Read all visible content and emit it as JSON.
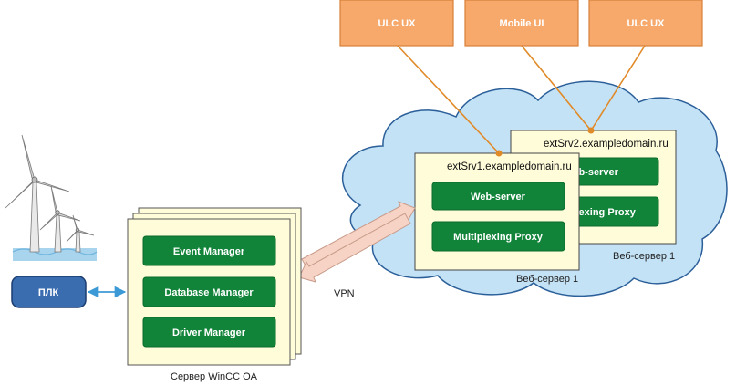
{
  "colors": {
    "orange_fill": "#f6a96b",
    "orange_stroke": "#d8803a",
    "orange_line": "#e08a28",
    "cloud_fill": "#c4e2f6",
    "cloud_stroke": "#2b5f99",
    "server_fill": "#fffcd9",
    "green_fill": "#11843a",
    "green_stroke": "#0b6a2c",
    "plc_fill": "#3a6cb0",
    "plc_stroke": "#1b3d70",
    "arrow_blue": "#3b9ad6",
    "vpn_fill": "#f7d3c5",
    "vpn_stroke": "#c89b8a"
  },
  "clients": [
    {
      "label": "ULC UX"
    },
    {
      "label": "Mobile UI"
    },
    {
      "label": "ULC UX"
    }
  ],
  "wincc_server": {
    "caption": "Сервер WinCC OA",
    "managers": [
      "Event Manager",
      "Database Manager",
      "Driver Manager"
    ]
  },
  "plc": {
    "label": "ПЛК"
  },
  "vpn": {
    "label": "VPN"
  },
  "web_server_1": {
    "hostname": "extSrv1.exampledomain.ru",
    "caption": "Веб-сервер 1",
    "components": [
      "Web-server",
      "Multiplexing Proxy"
    ]
  },
  "web_server_2": {
    "hostname": "extSrv2.exampledomain.ru",
    "caption": "Веб-сервер 1",
    "components": [
      "Web-server",
      "Multiplexing Proxy"
    ]
  },
  "icons": {
    "wind_turbines": "wind-turbine-icon"
  }
}
